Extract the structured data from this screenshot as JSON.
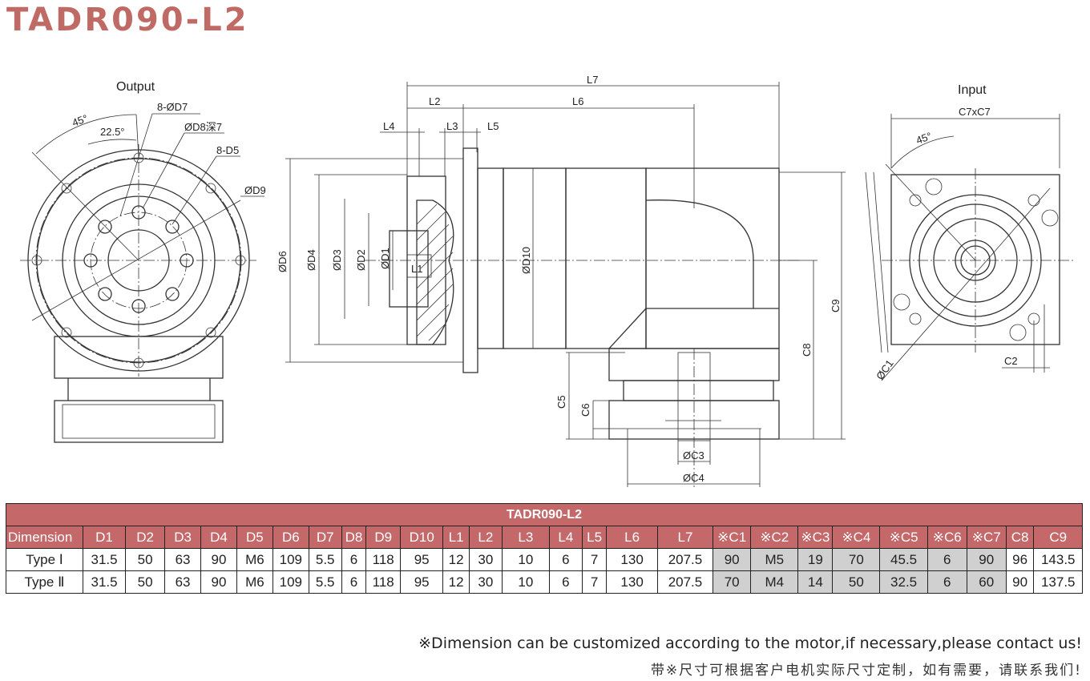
{
  "title": "TADR090-L2",
  "drawing": {
    "output_label": "Output",
    "input_label": "Input",
    "output_dims": [
      "45°",
      "22.5°",
      "8-ØD7",
      "ØD8深7",
      "8-D5",
      "ØD9"
    ],
    "side_dims": [
      "L7",
      "L2",
      "L6",
      "L4",
      "L3",
      "L5",
      "ØD6",
      "ØD4",
      "ØD3",
      "ØD2",
      "ØD1",
      "L1",
      "ØD10",
      "C9",
      "C8",
      "C5",
      "C6",
      "ØC3",
      "ØC4"
    ],
    "input_dims": [
      "C7xC7",
      "45°",
      "ØC1",
      "C2"
    ]
  },
  "table": {
    "caption": "TADR090-L2",
    "headers": [
      "Dimension",
      "D1",
      "D2",
      "D3",
      "D4",
      "D5",
      "D6",
      "D7",
      "D8",
      "D9",
      "D10",
      "L1",
      "L2",
      "L3",
      "L4",
      "L5",
      "L6",
      "L7",
      "※C1",
      "※C2",
      "※C3",
      "※C4",
      "※C5",
      "※C6",
      "※C7",
      "C8",
      "C9"
    ],
    "rows": [
      [
        "Type Ⅰ",
        "31.5",
        "50",
        "63",
        "90",
        "M6",
        "109",
        "5.5",
        "6",
        "118",
        "95",
        "12",
        "30",
        "10",
        "6",
        "7",
        "130",
        "207.5",
        "90",
        "M5",
        "19",
        "70",
        "45.5",
        "6",
        "90",
        "96",
        "143.5"
      ],
      [
        "Type Ⅱ",
        "31.5",
        "50",
        "63",
        "90",
        "M6",
        "109",
        "5.5",
        "6",
        "118",
        "95",
        "12",
        "30",
        "10",
        "6",
        "7",
        "130",
        "207.5",
        "70",
        "M4",
        "14",
        "50",
        "32.5",
        "6",
        "60",
        "90",
        "137.5"
      ]
    ]
  },
  "notes": {
    "english": "※Dimension can be customized according to the motor,if necessary,please contact us!",
    "chinese": "带※尺寸可根据客户电机实际尺寸定制，如有需要，请联系我们!"
  }
}
